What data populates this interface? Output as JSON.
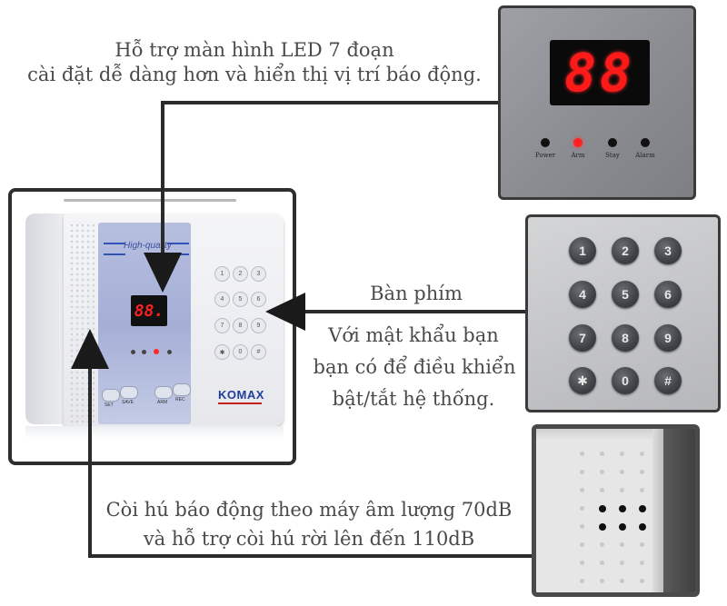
{
  "captions": {
    "led_line1": "Hỗ trợ màn hình LED 7 đoạn",
    "led_line2": "cài đặt dễ dàng hơn và hiển thị vị trí báo động.",
    "keypad_title": "Bàn phím",
    "keypad_line1": "Với mật khẩu bạn",
    "keypad_line2": "bạn có để điều khiển",
    "keypad_line3": "bật/tắt hệ thống.",
    "siren_line1": "Còi hú báo động theo máy âm lượng 70dB",
    "siren_line2": "và hỗ trợ còi hú rời lên đến 110dB"
  },
  "led_panel": {
    "display": "88",
    "indicators": [
      "Power",
      "Arm",
      "Stay",
      "Alarm"
    ],
    "active_indicator": "Arm",
    "active_color": "#ff2020"
  },
  "keypad": {
    "keys": [
      "1",
      "2",
      "3",
      "4",
      "5",
      "6",
      "7",
      "8",
      "9",
      "✱",
      "0",
      "#"
    ]
  },
  "device": {
    "brand_label": "High-quality",
    "logo": "KOMAX",
    "display": "88.",
    "small_keys": [
      "1",
      "2",
      "3",
      "4",
      "5",
      "6",
      "7",
      "8",
      "9",
      "✱",
      "0",
      "#"
    ],
    "function_keys": [
      "SET",
      "SAVE",
      "ARM",
      "REC"
    ]
  },
  "colors": {
    "line": "#2b2b2b",
    "caption": "#4a4a4a",
    "led_red": "#ff1a1a",
    "device_panel": "#a9b3d6"
  }
}
